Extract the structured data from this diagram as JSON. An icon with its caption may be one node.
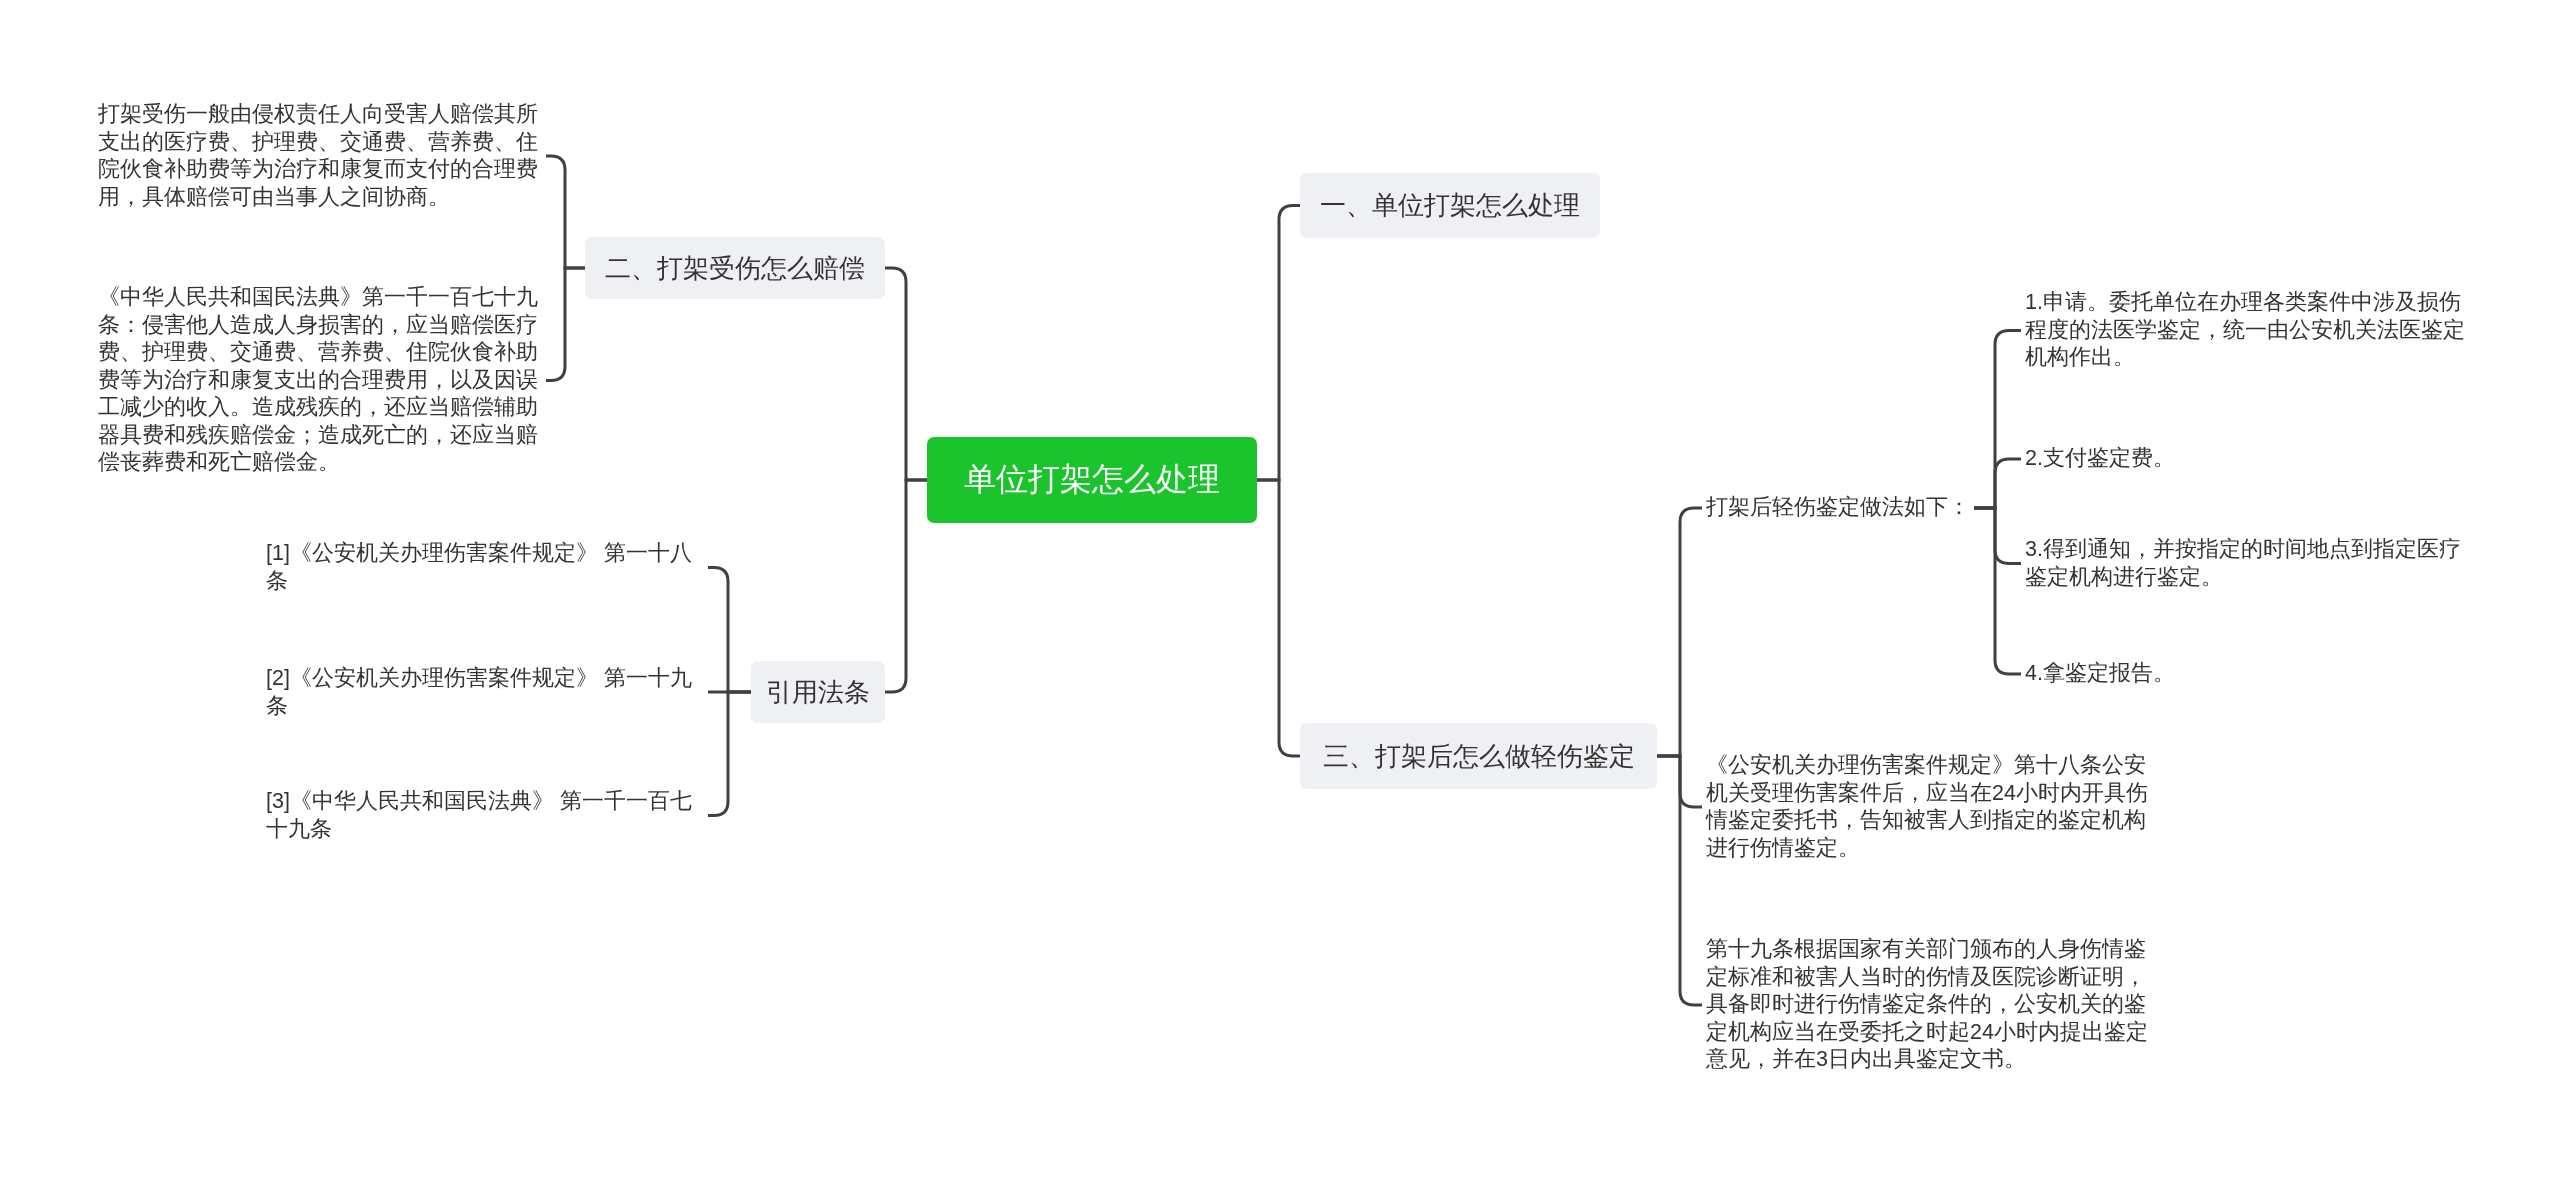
{
  "diagram": {
    "nodes": [
      {
        "text": [
          "单位打架怎么处理"
        ]
      },
      {
        "text": [
          "一、单位打架怎么处理"
        ]
      },
      {
        "text": [
          "三、打架后怎么做轻伤鉴定"
        ]
      },
      {
        "text": [
          "打架后轻伤鉴定做法如下："
        ]
      },
      {
        "text": [
          "1.申请。委托单位在办理各类案件中涉及损伤程度的法医学鉴定，统一由公安机关法医鉴定机构作出。"
        ]
      },
      {
        "text": [
          "2.支付鉴定费。"
        ]
      },
      {
        "text": [
          "3.得到通知，并按指定的时间地点到指定医疗鉴定机构进行鉴定。"
        ]
      },
      {
        "text": [
          "4.拿鉴定报告。"
        ]
      },
      {
        "text": [
          "《公安机关办理伤害案件规定》第十八条公安机关受理伤害案件后，应当在24小时内开具伤情鉴定委托书，告知被害人到指定的鉴定机构进行伤情鉴定。"
        ]
      },
      {
        "text": [
          "第十九条根据国家有关部门颁布的人身伤情鉴定标准和被害人当时的伤情及医院诊断证明，具备即时进行伤情鉴定条件的，公安机关的鉴定机构应当在受委托之时起24小时内提出鉴定意见，并在3日内出具鉴定文书。"
        ]
      },
      {
        "text": [
          "二、打架受伤怎么赔偿"
        ]
      },
      {
        "text": [
          "打架受伤一般由侵权责任人向受害人赔偿其所支出的医疗费、护理费、交通费、营养费、住院伙食补助费等为治疗和康复而支付的合理费用，具体赔偿可由当事人之间协商。"
        ]
      },
      {
        "text": [
          "《中华人民共和国民法典》第一千一百七十九条：侵害他人造成人身损害的，应当赔偿医疗费、护理费、交通费、营养费、住院伙食补助费等为治疗和康复支出的合理费用，以及因误工减少的收入。造成残疾的，还应当赔偿辅助器具费和残疾赔偿金；造成死亡的，还应当赔偿丧葬费和死亡赔偿金。"
        ]
      },
      {
        "text": [
          "引用法条"
        ]
      },
      {
        "text": [
          "[1]《公安机关办理伤害案件规定》 第一十八条"
        ]
      },
      {
        "text": [
          "[2]《公安机关办理伤害案件规定》 第一十九条"
        ]
      },
      {
        "text": [
          "[3]《中华人民共和国民法典》 第一千一百七十九条"
        ]
      }
    ],
    "edges": [
      {
        "from": 0,
        "to": 1,
        "arrow": "none"
      },
      {
        "from": 0,
        "to": 2,
        "arrow": "none"
      },
      {
        "from": 2,
        "to": 3,
        "arrow": "none"
      },
      {
        "from": 3,
        "to": 4,
        "arrow": "none"
      },
      {
        "from": 3,
        "to": 5,
        "arrow": "none"
      },
      {
        "from": 3,
        "to": 6,
        "arrow": "none"
      },
      {
        "from": 3,
        "to": 7,
        "arrow": "none"
      },
      {
        "from": 2,
        "to": 8,
        "arrow": "none"
      },
      {
        "from": 2,
        "to": 9,
        "arrow": "none"
      },
      {
        "from": 0,
        "to": 10,
        "arrow": "none"
      },
      {
        "from": 10,
        "to": 11,
        "arrow": "none"
      },
      {
        "from": 10,
        "to": 12,
        "arrow": "none"
      },
      {
        "from": 0,
        "to": 13,
        "arrow": "none"
      },
      {
        "from": 13,
        "to": 14,
        "arrow": "none"
      },
      {
        "from": 13,
        "to": 15,
        "arrow": "none"
      },
      {
        "from": 13,
        "to": 16,
        "arrow": "none"
      }
    ]
  }
}
